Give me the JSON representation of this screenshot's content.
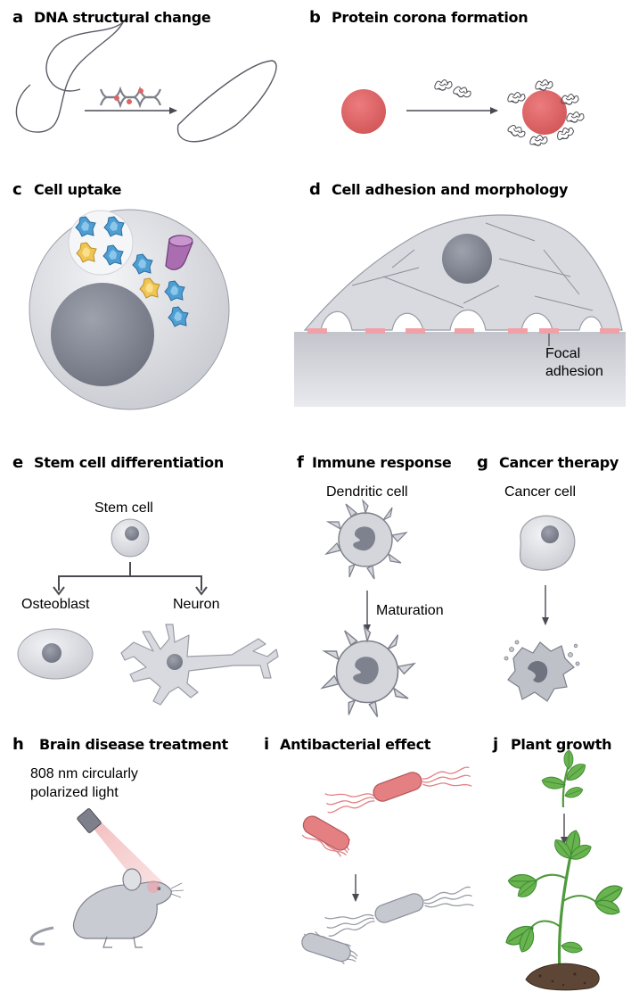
{
  "panels": {
    "a": {
      "letter": "a",
      "title": "DNA structural change"
    },
    "b": {
      "letter": "b",
      "title": "Protein corona formation"
    },
    "c": {
      "letter": "c",
      "title": "Cell uptake"
    },
    "d": {
      "letter": "d",
      "title": "Cell adhesion and morphology",
      "label_line1": "Focal",
      "label_line2": "adhesion"
    },
    "e": {
      "letter": "e",
      "title": "Stem cell differentiation",
      "stem": "Stem cell",
      "left": "Osteoblast",
      "right": "Neuron"
    },
    "f": {
      "letter": "f",
      "title": "Immune response",
      "cell": "Dendritic cell",
      "step": "Maturation"
    },
    "g": {
      "letter": "g",
      "title": "Cancer therapy",
      "cell": "Cancer cell"
    },
    "h": {
      "letter": "h",
      "title": "Brain disease treatment",
      "line1": "808 nm circularly",
      "line2": "polarized light"
    },
    "i": {
      "letter": "i",
      "title": "Antibacterial effect"
    },
    "j": {
      "letter": "j",
      "title": "Plant growth"
    }
  },
  "colors": {
    "nanoparticle": "#de6466",
    "cell_body": "#d9dadf",
    "nucleus": "#8a8e9b",
    "focal": "#f0a0a6",
    "blue_star": "#4d9fd3",
    "yellow_star": "#f1c552",
    "receptor": "#a96db0",
    "bacteria_live": "#e47f82",
    "bacteria_dead": "#c6c8d0",
    "plant_green": "#6ab44f",
    "soil": "#5e4636"
  }
}
